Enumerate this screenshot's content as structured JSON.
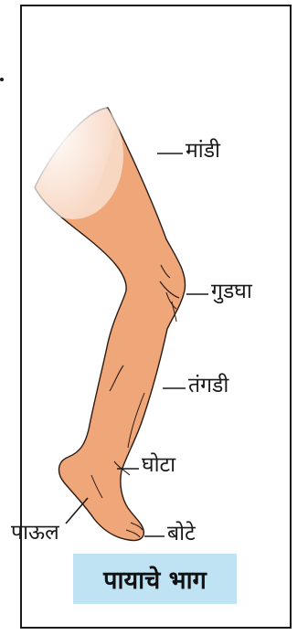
{
  "labels": {
    "thigh": "मांडी",
    "knee": "गुडघा",
    "shin": "तंगडी",
    "ankle": "घोटा",
    "foot": "पाऊल",
    "toes": "बोटे"
  },
  "caption": "पायाचे भाग",
  "colors": {
    "skin": "#efa679",
    "skin_outline": "#2b1a12",
    "caption_bg": "#bfe3f3",
    "frame": "#1a1a1a"
  }
}
